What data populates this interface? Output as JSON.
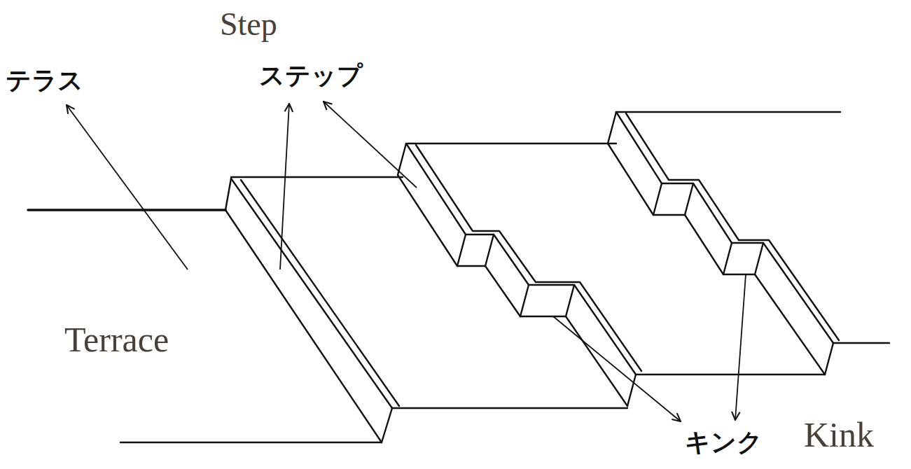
{
  "diagram": {
    "labels": [
      "Step",
      "テラス",
      "ステップ",
      "Terrace",
      "キンク",
      "Kink"
    ]
  }
}
